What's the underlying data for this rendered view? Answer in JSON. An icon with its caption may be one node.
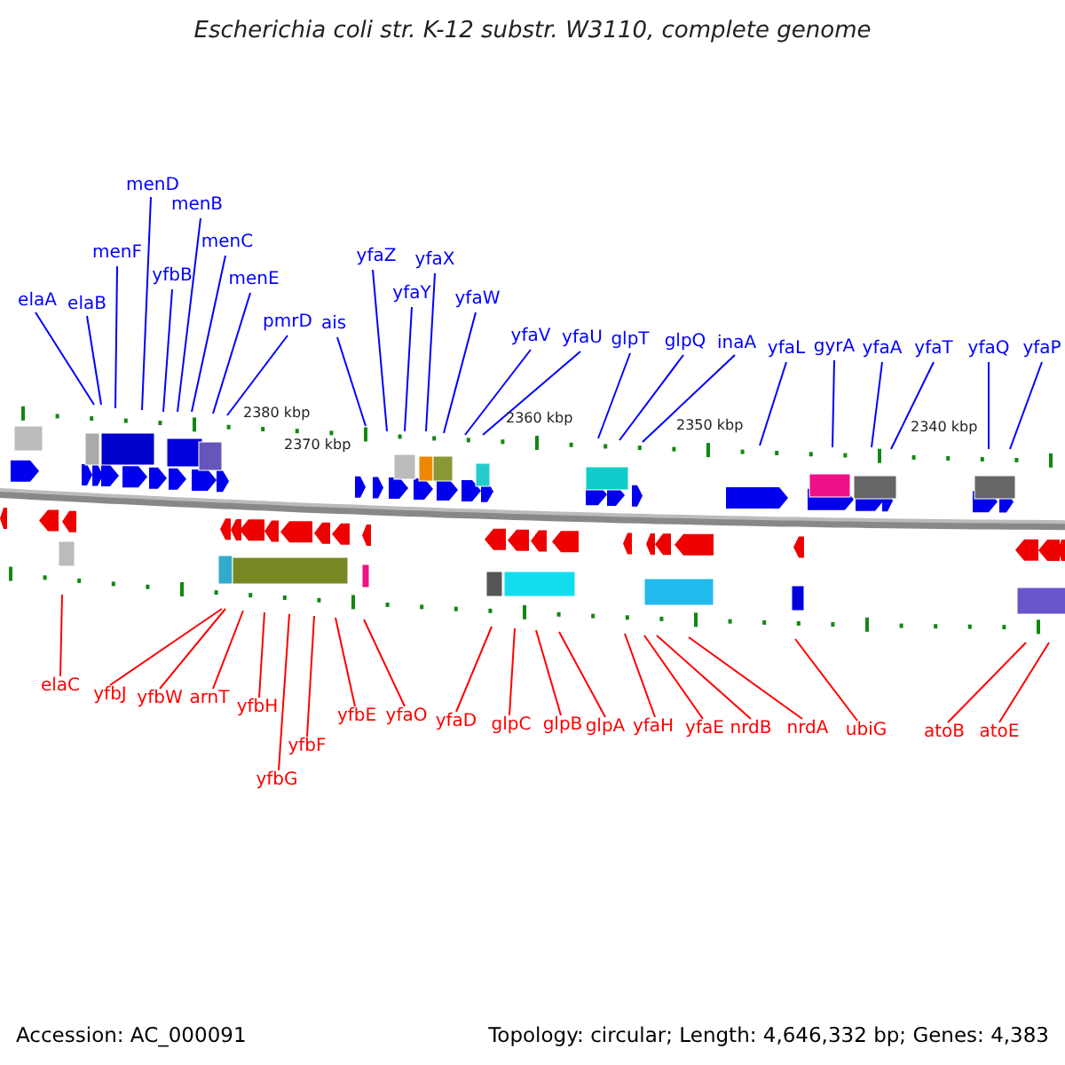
{
  "diagram": {
    "title": "Escherichia coli str. K-12 substr. W3110, complete genome",
    "nodes": [
      {
        "text": [
          "elaA"
        ]
      },
      {
        "text": [
          "elaB"
        ]
      },
      {
        "text": [
          "menF"
        ]
      },
      {
        "text": [
          "menD"
        ]
      },
      {
        "text": [
          "menB"
        ]
      },
      {
        "text": [
          "yfbB"
        ]
      },
      {
        "text": [
          "menC"
        ]
      },
      {
        "text": [
          "menE"
        ]
      },
      {
        "text": [
          "pmrD"
        ]
      },
      {
        "text": [
          "ais"
        ]
      },
      {
        "text": [
          "yfaZ"
        ]
      },
      {
        "text": [
          "yfaY"
        ]
      },
      {
        "text": [
          "yfaX"
        ]
      },
      {
        "text": [
          "yfaW"
        ]
      },
      {
        "text": [
          "yfaV"
        ]
      },
      {
        "text": [
          "yfaU"
        ]
      },
      {
        "text": [
          "glpT"
        ]
      },
      {
        "text": [
          "glpQ"
        ]
      },
      {
        "text": [
          "inaA"
        ]
      },
      {
        "text": [
          "yfaL"
        ]
      },
      {
        "text": [
          "gyrA"
        ]
      },
      {
        "text": [
          "yfaA"
        ]
      },
      {
        "text": [
          "yfaT"
        ]
      },
      {
        "text": [
          "yfaQ"
        ]
      },
      {
        "text": [
          "yfaP"
        ]
      },
      {
        "text": [
          "elaC"
        ]
      },
      {
        "text": [
          "yfbJ"
        ]
      },
      {
        "text": [
          "yfbW"
        ]
      },
      {
        "text": [
          "arnT"
        ]
      },
      {
        "text": [
          "yfbH"
        ]
      },
      {
        "text": [
          "yfbG"
        ]
      },
      {
        "text": [
          "yfbF"
        ]
      },
      {
        "text": [
          "yfbE"
        ]
      },
      {
        "text": [
          "yfaO"
        ]
      },
      {
        "text": [
          "yfaD"
        ]
      },
      {
        "text": [
          "glpC"
        ]
      },
      {
        "text": [
          "glpB"
        ]
      },
      {
        "text": [
          "glpA"
        ]
      },
      {
        "text": [
          "yfaH"
        ]
      },
      {
        "text": [
          "yfaE"
        ]
      },
      {
        "text": [
          "nrdB"
        ]
      },
      {
        "text": [
          "nrdA"
        ]
      },
      {
        "text": [
          "ubiG"
        ]
      },
      {
        "text": [
          "atoB"
        ]
      },
      {
        "text": [
          "atoE"
        ]
      }
    ],
    "edges": [
      {
        "from": 0,
        "to": null,
        "arrow": "none"
      },
      {
        "from": 1,
        "to": null,
        "arrow": "none"
      },
      {
        "from": 2,
        "to": null,
        "arrow": "none"
      },
      {
        "from": 3,
        "to": null,
        "arrow": "none"
      },
      {
        "from": 4,
        "to": null,
        "arrow": "none"
      },
      {
        "from": 5,
        "to": null,
        "arrow": "none"
      },
      {
        "from": 6,
        "to": null,
        "arrow": "none"
      },
      {
        "from": 7,
        "to": null,
        "arrow": "none"
      },
      {
        "from": 8,
        "to": null,
        "arrow": "none"
      },
      {
        "from": 9,
        "to": null,
        "arrow": "none"
      },
      {
        "from": 10,
        "to": null,
        "arrow": "none"
      },
      {
        "from": 11,
        "to": null,
        "arrow": "none"
      },
      {
        "from": 12,
        "to": null,
        "arrow": "none"
      },
      {
        "from": 13,
        "to": null,
        "arrow": "none"
      },
      {
        "from": 14,
        "to": null,
        "arrow": "none"
      },
      {
        "from": 15,
        "to": null,
        "arrow": "none"
      },
      {
        "from": 16,
        "to": null,
        "arrow": "none"
      },
      {
        "from": 17,
        "to": null,
        "arrow": "none"
      },
      {
        "from": 18,
        "to": null,
        "arrow": "none"
      },
      {
        "from": 19,
        "to": null,
        "arrow": "none"
      },
      {
        "from": 20,
        "to": null,
        "arrow": "none"
      },
      {
        "from": 21,
        "to": null,
        "arrow": "none"
      },
      {
        "from": 22,
        "to": null,
        "arrow": "none"
      },
      {
        "from": 23,
        "to": null,
        "arrow": "none"
      },
      {
        "from": 24,
        "to": null,
        "arrow": "none"
      },
      {
        "from": 25,
        "to": null,
        "arrow": "none",
        "color": "#ff0000"
      },
      {
        "from": 26,
        "to": null,
        "arrow": "none",
        "color": "#ff0000"
      },
      {
        "from": 27,
        "to": null,
        "arrow": "none",
        "color": "#ff0000"
      },
      {
        "from": 28,
        "to": null,
        "arrow": "none",
        "color": "#ff0000"
      },
      {
        "from": 29,
        "to": null,
        "arrow": "none",
        "color": "#ff0000"
      },
      {
        "from": 30,
        "to": null,
        "arrow": "none",
        "color": "#ff0000"
      },
      {
        "from": 31,
        "to": null,
        "arrow": "none",
        "color": "#ff0000"
      },
      {
        "from": 32,
        "to": null,
        "arrow": "none",
        "color": "#ff0000"
      },
      {
        "from": 33,
        "to": null,
        "arrow": "none",
        "color": "#ff0000"
      },
      {
        "from": 34,
        "to": null,
        "arrow": "none",
        "color": "#ff0000"
      },
      {
        "from": 35,
        "to": null,
        "arrow": "none",
        "color": "#ff0000"
      },
      {
        "from": 36,
        "to": null,
        "arrow": "none",
        "color": "#ff0000"
      },
      {
        "from": 37,
        "to": null,
        "arrow": "none",
        "color": "#ff0000"
      },
      {
        "from": 38,
        "to": null,
        "arrow": "none",
        "color": "#ff0000"
      },
      {
        "from": 39,
        "to": null,
        "arrow": "none",
        "color": "#ff0000"
      },
      {
        "from": 40,
        "to": null,
        "arrow": "none",
        "color": "#ff0000"
      },
      {
        "from": 41,
        "to": null,
        "arrow": "none",
        "color": "#ff0000"
      },
      {
        "from": 42,
        "to": null,
        "arrow": "none",
        "color": "#ff0000"
      },
      {
        "from": 43,
        "to": null,
        "arrow": "none",
        "color": "#ff0000"
      },
      {
        "from": 44,
        "to": null,
        "arrow": "none",
        "color": "#ff0000"
      }
    ],
    "labels": [
      "2380 kbp",
      "2370 kbp",
      "2360 kbp",
      "2350 kbp",
      "2340 kbp",
      "Accession: AC_000091",
      "Topology: circular; Length: 4,646,332 bp; Genes: 4,383"
    ]
  }
}
